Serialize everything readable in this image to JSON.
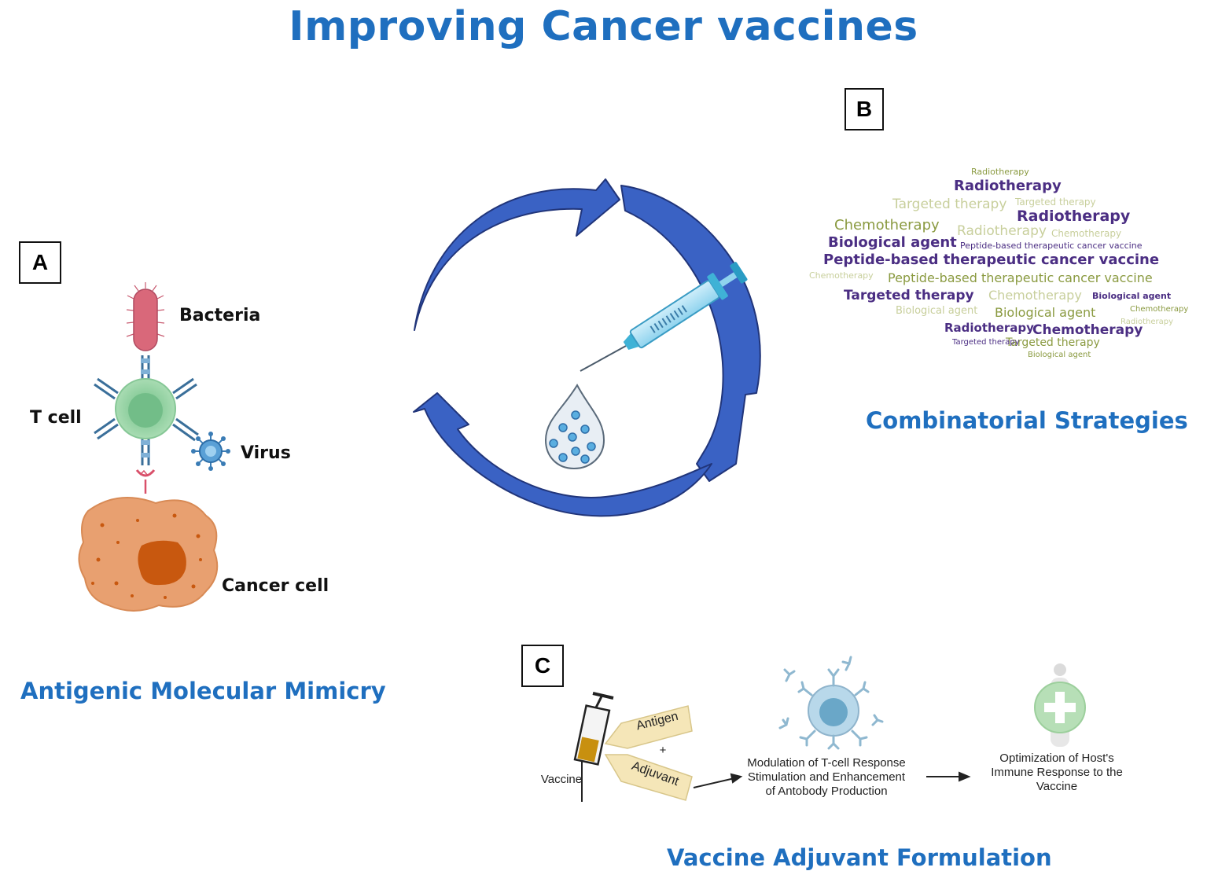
{
  "title": "Improving Cancer vaccines",
  "panels": {
    "a": {
      "letter": "A",
      "heading": "Antigenic Molecular  Mimicry",
      "labels": {
        "bacteria": "Bacteria",
        "t_cell": "T cell",
        "virus": "Virus",
        "cancer_cell": "Cancer cell"
      }
    },
    "b": {
      "letter": "B",
      "heading": "Combinatorial  Strategies",
      "word_cloud": [
        "Radiotherapy",
        "Radiotherapy",
        "Targeted therapy",
        "Radiotherapy",
        "Chemotherapy",
        "Radiotherapy",
        "Chemotherapy",
        "Biological agent",
        "Peptide-based therapeutic cancer vaccine",
        "Peptide-based therapeutic cancer vaccine",
        "Chemotherapy",
        "Peptide-based therapeutic cancer vaccine",
        "Targeted therapy",
        "Chemotherapy",
        "Biological agent",
        "Biological agent",
        "Biological agent",
        "Chemotherapy",
        "Radiotherapy",
        "Chemotherapy",
        "Radiotherapy",
        "Targeted therapy",
        "Targeted therapy",
        "Targeted therapy",
        "Biological agent"
      ]
    },
    "c": {
      "letter": "C",
      "heading": "Vaccine  Adjuvant  Formulation",
      "vaccine": "Vaccine",
      "antigen": "Antigen",
      "plus": "+",
      "adjuvant": "Adjuvant",
      "step1": [
        "Modulation of T-cell Response",
        "Stimulation and Enhancement",
        "of Antobody Production"
      ],
      "step2": [
        "Optimization of Host's",
        "Immune Response to the",
        "Vaccine"
      ]
    }
  },
  "colors": {
    "title_blue": "#1f6fbf",
    "arrow_blue": "#3a62c4",
    "tcell_green": "#9dd5a9",
    "bacteria_pink": "#d9687a",
    "cancer_orange": "#e8a070",
    "nucleus_orange": "#c8580f",
    "virus_blue": "#4a90c8",
    "cloud_purple": "#4b2e83",
    "cloud_olive": "#8a9a40"
  }
}
